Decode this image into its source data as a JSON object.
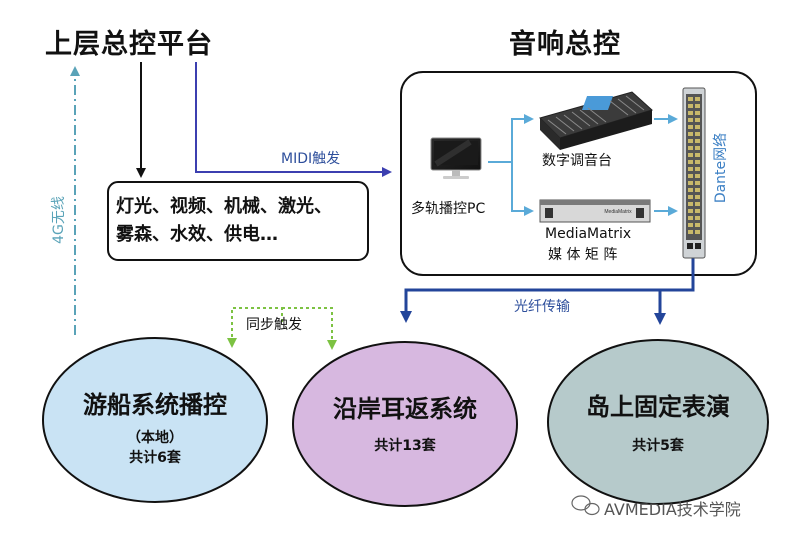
{
  "diagram": {
    "upper_platform": "上层总控平台",
    "audio_master": "音响总控",
    "control_types_line1": "灯光、视频、机械、激光、",
    "control_types_line2": "雾森、水效、供电…",
    "midi_label": "MIDI触发",
    "pc_label": "多轨播控PC",
    "mixer_label": "数字调音台",
    "matrix_label_line1": "MediaMatrix",
    "matrix_label_line2": "媒 体 矩 阵",
    "matrix_device_text": "MediaMatrix",
    "dante_label": "Dante网络",
    "fiber_label": "光纤传输",
    "wireless_label": "4G无线",
    "sync_label": "同步触发",
    "cruise": {
      "title": "游船系统播控",
      "sub1": "（本地）",
      "sub2": "共计6套"
    },
    "shore": {
      "title": "沿岸耳返系统",
      "sub1": "共计13套"
    },
    "island": {
      "title": "岛上固定表演",
      "sub1": "共计5套"
    },
    "watermark": "AVMEDIA技术学院"
  },
  "colors": {
    "midi_line": "#3c3fb0",
    "fiber_line": "#23459a",
    "light_blue_arrow": "#5aaad8",
    "wireless_line": "#5aa3b8",
    "sync_line": "#7cc242",
    "cruise_fill": "#c9e3f4",
    "shore_fill": "#d7b8e0",
    "island_fill": "#b6cacb"
  }
}
